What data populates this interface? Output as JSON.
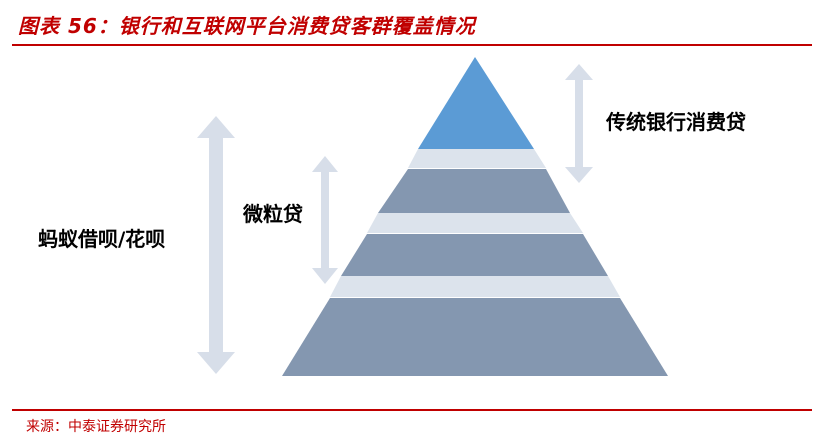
{
  "header": {
    "title": "图表 56：银行和互联网平台消费贷客群覆盖情况"
  },
  "diagram": {
    "labels": {
      "traditional_bank": "传统银行消费贷",
      "micro_loan": "微粒贷",
      "ant_huabei": "蚂蚁借呗/花呗"
    },
    "colors": {
      "apex": "#5b9bd5",
      "tiers": "#8497b0",
      "connector": "#dce3ec",
      "arrow": "#d7dee9",
      "accent": "#c00000"
    }
  },
  "footer": {
    "source": "来源：中泰证券研究所"
  }
}
